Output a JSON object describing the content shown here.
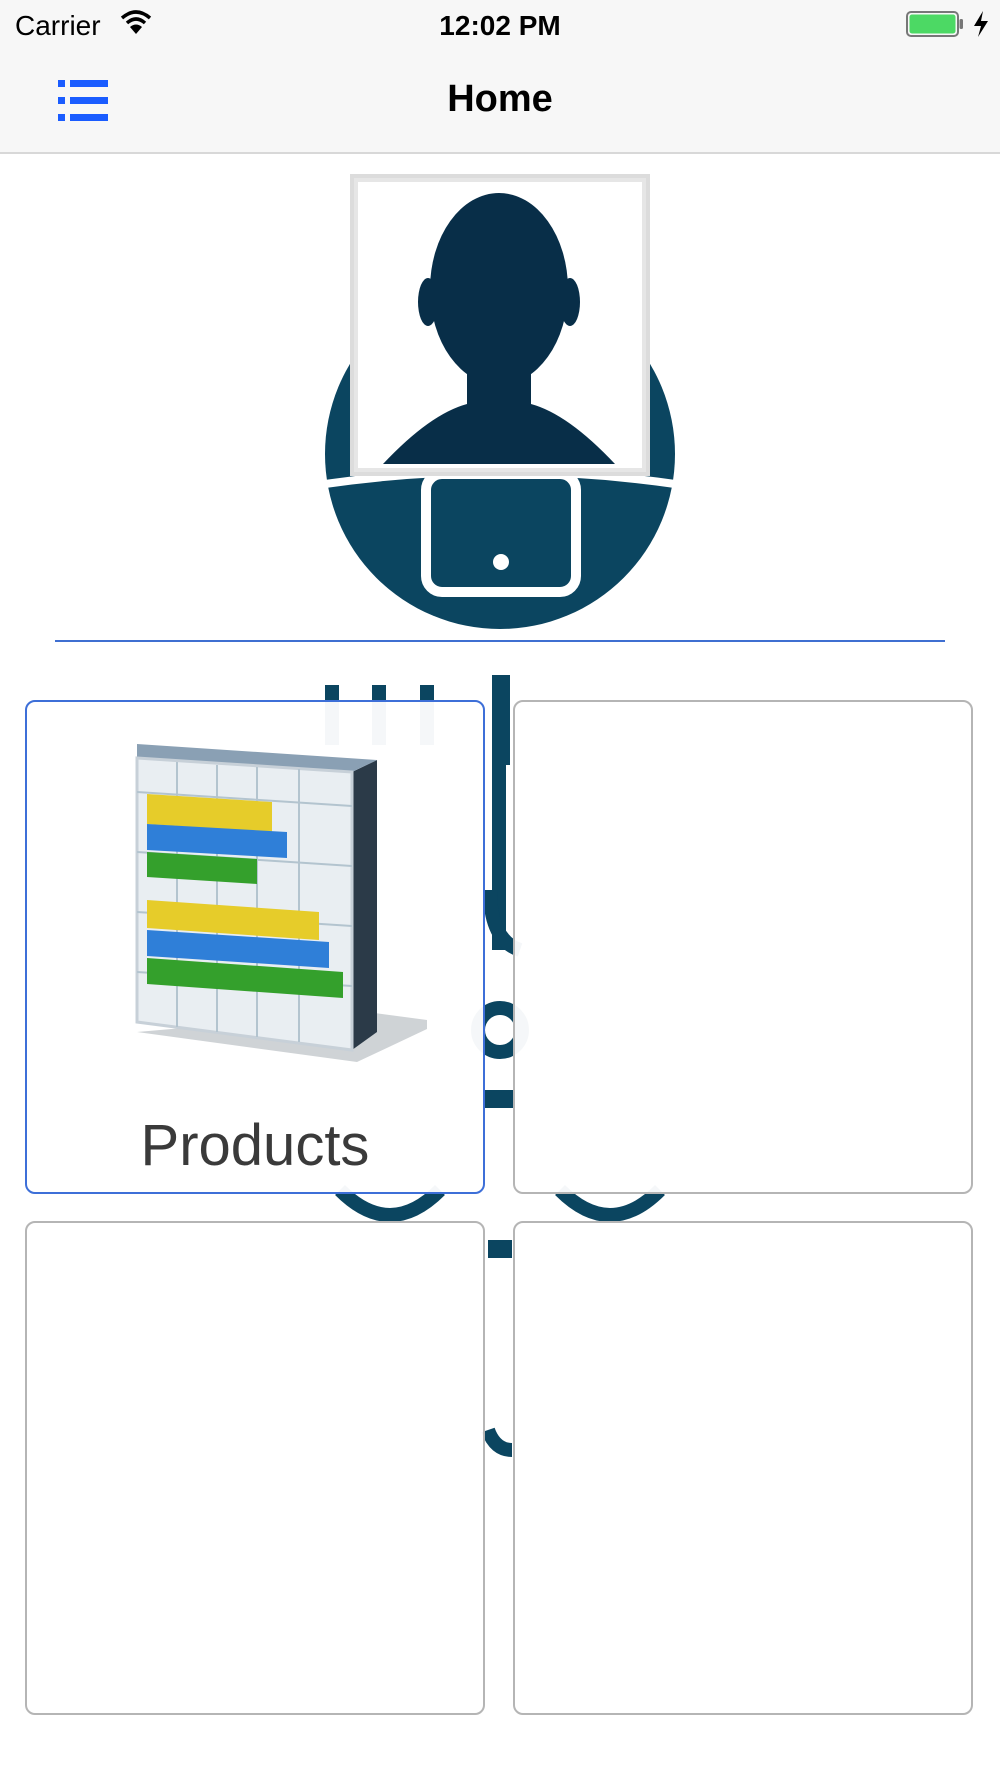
{
  "status_bar": {
    "carrier": "Carrier",
    "time": "12:02 PM",
    "battery_color": "#4cd964",
    "icons": [
      "wifi-icon",
      "battery-icon",
      "charging-icon"
    ]
  },
  "nav": {
    "title": "Home",
    "menu_icon": "list-icon",
    "accent_color": "#1a5cff"
  },
  "hero": {
    "image": "user-avatar-tablet-logo",
    "primary_color": "#0b4560"
  },
  "tiles": [
    {
      "label": "Products",
      "icon": "bar-chart-icon",
      "selected": true
    },
    {
      "label": "",
      "selected": false
    },
    {
      "label": "",
      "selected": false
    },
    {
      "label": "",
      "selected": false
    }
  ]
}
